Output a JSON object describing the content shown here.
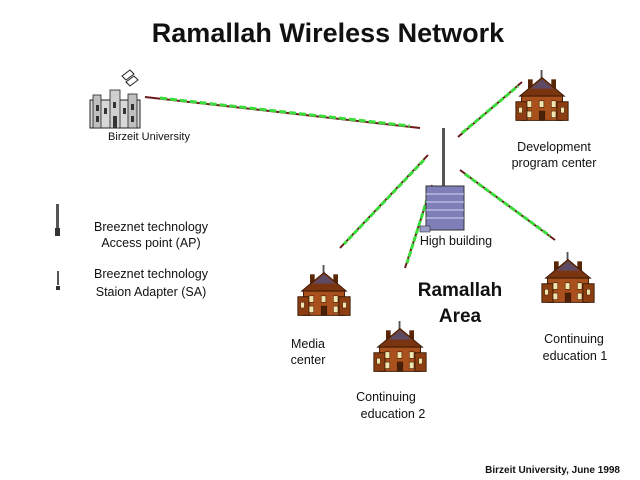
{
  "title": "Ramallah Wireless Network",
  "sites": {
    "university": "Birzeit University",
    "development": [
      "Development",
      "program center"
    ],
    "high_building": "High building",
    "media": [
      "Media",
      "center"
    ],
    "continuing2": [
      "Continuing",
      "education 2"
    ],
    "continuing1": [
      "Continuing",
      "education 1"
    ]
  },
  "legend": {
    "ap": [
      "Breeznet technology",
      "Access point (AP)"
    ],
    "sa": [
      "Breeznet technology",
      "Staion Adapter (SA)"
    ]
  },
  "area_label": [
    "Ramallah",
    "Area"
  ],
  "footer": "Birzeit University, June 1998",
  "colors": {
    "link": "#3ddc3d",
    "link_shadow": "#6a1a1a",
    "house_roof": "#7a3510",
    "house_wall": "#a9501c",
    "tower": "#7e7fb8"
  }
}
